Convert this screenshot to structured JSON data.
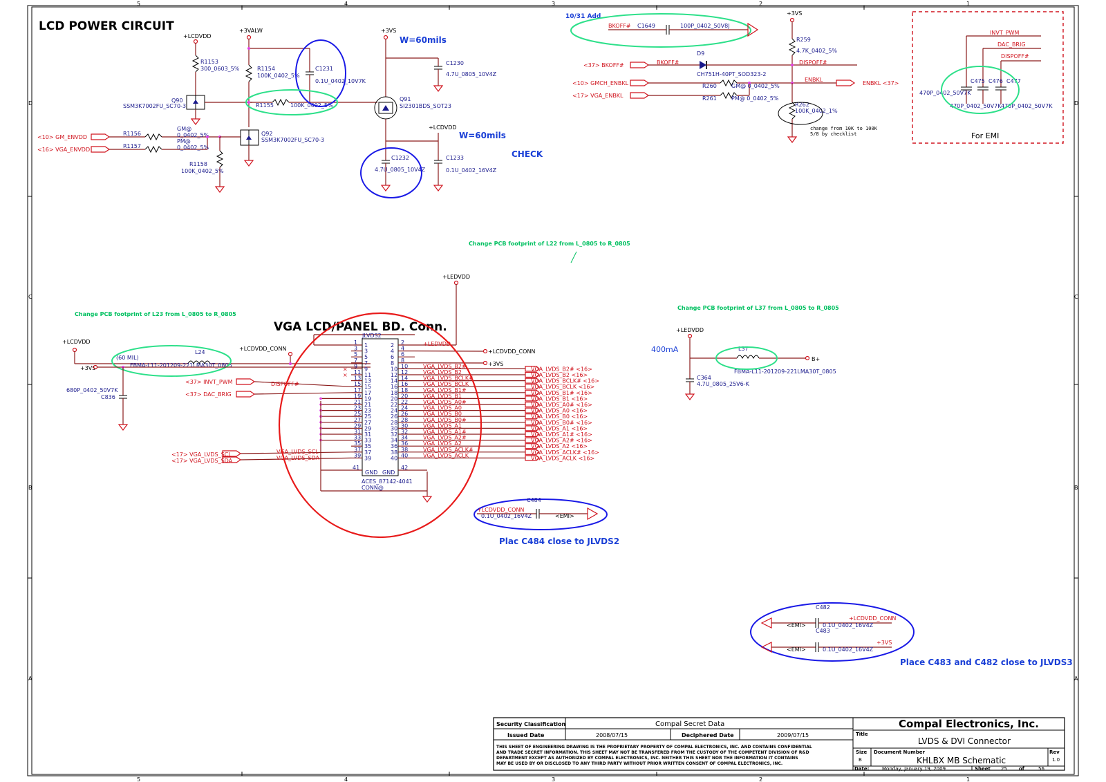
{
  "sheet": {
    "lcd_power_title": "LCD POWER CIRCUIT",
    "vga_conn_title": "VGA LCD/PANEL BD. Conn.",
    "note_add": "10/31 Add",
    "width1": "W=60mils",
    "width2": "W=60mils",
    "check": "CHECK",
    "change_l22": "Change PCB footprint of L22 from L_0805 to R_0805",
    "change_l23": "Change PCB footprint of L23 from L_0805 to R_0805",
    "change_l37": "Change PCB footprint of L37 from L_0805 to R_0805",
    "change_note1": "change from 10K to 100K",
    "change_note2": "5/8 by checklist",
    "for_emi": "For EMI",
    "plac_c484": "Plac C484 close to JLVDS2",
    "plac_c483": "Place C483 and C482 close to JLVDS3",
    "ma400": "400mA",
    "sixty_mil": "(60 MIL)",
    "zone_top": [
      "5",
      "4",
      "3",
      "2",
      "1"
    ],
    "zone_side": [
      "D",
      "C",
      "B",
      "A"
    ]
  },
  "power": {
    "lcdvdd": "+LCDVDD",
    "3valw": "+3VALW",
    "3vs": "+3VS",
    "lcdvdd2": "+LCDVDD",
    "r1153": "R1153",
    "r1153_v": "300_0603_5%",
    "r1154": "R1154",
    "r1154_v": "100K_0402_5%",
    "r1155": "R1155",
    "r1155_v": "100K_0402_5%",
    "r1156": "R1156",
    "r1157": "R1157",
    "r1156_v": "0_0402_5%",
    "r1157_v": "0_0402_5%",
    "gm_at": "GM@",
    "pm_at": "PM@",
    "r1158": "R1158",
    "r1158_v": "100K_0402_5%",
    "q90": "Q90",
    "q90_v": "SSM3K7002FU_SC70-3",
    "q92": "Q92",
    "q92_v": "SSM3K7002FU_SC70-3",
    "q91": "Q91",
    "q91_v": "SI2301BDS_SOT23",
    "c1231": "C1231",
    "c1231_v": "0.1U_0402_10V7K",
    "c1230": "C1230",
    "c1230_v": "4.7U_0805_10V4Z",
    "c1232": "C1232",
    "c1232_v": "4.7U_0805_10V4Z",
    "c1233": "C1233",
    "c1233_v": "0.1U_0402_16V4Z",
    "gm_envdd": "<10> GM_ENVDD",
    "vga_envdd": "<16> VGA_ENVDD"
  },
  "backlight": {
    "bkoff1": "BKOFF#",
    "c1649": "C1649",
    "c1649_v": "100P_0402_50V8J",
    "bkoff_in": "<37>   BKOFF#",
    "bkoff2": "BKOFF#",
    "d9": "D9",
    "d9_v": "CH751H-40PT_SOD323-2",
    "dispoff": "DISPOFF#",
    "r259": "R259",
    "r259_v": "4.7K_0402_5%",
    "3vs": "+3VS",
    "gmch_enbkl": "<10> GMCH_ENBKL",
    "vga_enbkl": "<17> VGA_ENBKL",
    "r260": "R260",
    "r261": "R261",
    "r260_v": "GM@  0_0402_5%",
    "r261_v": "PM@  0_0402_5%",
    "enbkl": "ENBKL",
    "enbkl_out": "ENBKL  <37>",
    "r262": "R262",
    "r262_v": "100K_0402_1%"
  },
  "emi": {
    "invt_pwm": "INVT_PWM",
    "dac_brig": "DAC_BRIG",
    "dispoff": "DISPOFF#",
    "c475": "C475",
    "c476": "C476",
    "c477": "C477",
    "c475_v": "470P_0402_50V7K",
    "c476_v": "470P_0402_50V7K",
    "c477_v": "470P_0402_50V7K"
  },
  "conn": {
    "lcdvdd": "+LCDVDD",
    "l24": "L24",
    "l24_v": "FBMA-L11-201209-221LMA30T_0805",
    "3vs": "+3VS",
    "c836": "C836",
    "c836_v": "680P_0402_50V7K",
    "lcdvdd_conn": "+LCDVDD_CONN",
    "ledvdd_top": "+LEDVDD",
    "ledvdd_pin": "+LEDVDD",
    "lcdvdd_conn_r": "+LCDVDD_CONN",
    "3vs_r": "+3VS",
    "ref": "JLVDS2",
    "part": "ACES_87142-4041",
    "conn_at": "CONN@",
    "gnd_l": "GND",
    "gnd_r": "GND",
    "invt_pwm": "<37> INVT_PWM",
    "dispoff": "DISPOFF#",
    "dac_brig": "<37> DAC_BRIG",
    "scl_in": "<17> VGA_LVDS_SCL",
    "sda_in": "<17> VGA_LVDS_SDA",
    "scl": "VGA_LVDS_SCL",
    "sda": "VGA_LVDS_SDA",
    "left_pins": [
      "1",
      "3",
      "5",
      "7",
      "9",
      "11",
      "13",
      "15",
      "17",
      "19",
      "21",
      "23",
      "25",
      "27",
      "29",
      "31",
      "33",
      "35",
      "37",
      "39"
    ],
    "right_pins": [
      "2",
      "4",
      "6",
      "8",
      "10",
      "12",
      "14",
      "16",
      "18",
      "20",
      "22",
      "24",
      "26",
      "28",
      "30",
      "32",
      "34",
      "36",
      "38",
      "40"
    ],
    "pin41": "41",
    "pin42": "42",
    "signals": [
      "VGA_LVDS_B2#",
      "VGA_LVDS_B2",
      "VGA_LVDS_BCLK#",
      "VGA_LVDS_BCLK",
      "VGA_LVDS_B1#",
      "VGA_LVDS_B1",
      "VGA_LVDS_A0#",
      "VGA_LVDS_A0",
      "VGA_LVDS_B0",
      "VGA_LVDS_B0#",
      "VGA_LVDS_A1",
      "VGA_LVDS_A1#",
      "VGA_LVDS_A2#",
      "VGA_LVDS_A2",
      "VGA_LVDS_ACLK#",
      "VGA_LVDS_ACLK"
    ],
    "outputs": [
      "VGA_LVDS_B2#  <16>",
      "VGA_LVDS_B2  <16>",
      "VGA_LVDS_BCLK#  <16>",
      "VGA_LVDS_BCLK  <16>",
      "VGA_LVDS_B1#  <16>",
      "VGA_LVDS_B1  <16>",
      "VGA_LVDS_A0#  <16>",
      "VGA_LVDS_A0  <16>",
      "VGA_LVDS_B0  <16>",
      "VGA_LVDS_B0#  <16>",
      "VGA_LVDS_A1  <16>",
      "VGA_LVDS_A1#  <16>",
      "VGA_LVDS_A2#  <16>",
      "VGA_LVDS_A2  <16>",
      "VGA_LVDS_ACLK#  <16>",
      "VGA_LVDS_ACLK  <16>"
    ]
  },
  "led": {
    "ledvdd": "+LEDVDD",
    "l37": "L37",
    "l37_v": "FBMA-L11-201209-221LMA30T_0805",
    "b_plus": "B+",
    "c364": "C364",
    "c364_v": "4.7U_0805_25V6-K"
  },
  "caps": {
    "c484": "C484",
    "c484_net": "+LCDVDD_CONN",
    "c484_v": "0.1U_0402_16V4Z",
    "c484_emi": "<EMI>",
    "c482": "C482",
    "c482_net": "+LCDVDD_CONN",
    "c482_v": "0.1U_0402_16V4Z",
    "c482_emi": "<EMI>",
    "c483": "C483",
    "c483_net": "+3VS",
    "c483_v": "0.1U_0402_16V4Z",
    "c483_emi": "<EMI>"
  },
  "titleblock": {
    "security_label": "Security Classification",
    "security_value": "Compal Secret Data",
    "issued_label": "Issued Date",
    "issued_value": "2008/07/15",
    "deciphered_label": "Deciphered Date",
    "deciphered_value": "2009/07/15",
    "company": "Compal Electronics, Inc.",
    "title_label": "Title",
    "title_value": "LVDS & DVI Connector",
    "size_label": "Size",
    "size_value": "B",
    "docnum_label": "Document Number",
    "docnum_value": "KHLBX MB Schematic",
    "rev_label": "Rev",
    "rev_value": "1.0",
    "date_label": "Date:",
    "date_value": "Monday, January 19, 2009",
    "sheet_label": "Sheet",
    "sheet_value": "25",
    "of_label": "of",
    "of_value": "56",
    "disclaimer": [
      "THIS SHEET OF ENGINEERING DRAWING IS THE PROPRIETARY PROPERTY OF COMPAL ELECTRONICS, INC. AND CONTAINS CONFIDENTIAL",
      "AND TRADE SECRET INFORMATION. THIS SHEET MAY NOT BE TRANSFERED FROM THE CUSTODY OF THE COMPETENT DIVISION OF R&D",
      "DEPARTMENT EXCEPT AS AUTHORIZED BY COMPAL ELECTRONICS, INC. NEITHER THIS SHEET NOR THE INFORMATION IT CONTAINS",
      "MAY BE USED BY OR DISCLOSED TO ANY THIRD PARTY WITHOUT PRIOR WRITTEN CONSENT OF COMPAL ELECTRONICS, INC."
    ]
  }
}
